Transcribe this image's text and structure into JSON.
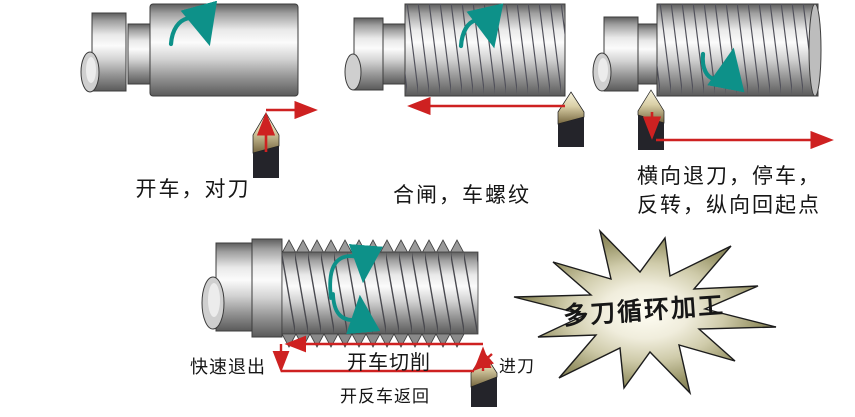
{
  "colors": {
    "background": "#ffffff",
    "arrow_red": "#ce2121",
    "rotation_teal": "#0d9189",
    "metal_edge": "#3c3c3c",
    "tool_tip_tan": "#d9cfa6",
    "tool_body_black": "#24242a",
    "burst_edge": "#76724e",
    "text": "#161616"
  },
  "steps": [
    {
      "label": "开车，对刀"
    },
    {
      "label": "合闸，车螺纹"
    },
    {
      "label_line1": "横向退刀，停车，",
      "label_line2": "反转，纵向回起点"
    }
  ],
  "cycle": {
    "rapid_retract": "快速退出",
    "cutting": "开车切削",
    "feed_in": "进刀",
    "reverse_return": "开反车返回"
  },
  "burst_label": "多刀循环加工"
}
